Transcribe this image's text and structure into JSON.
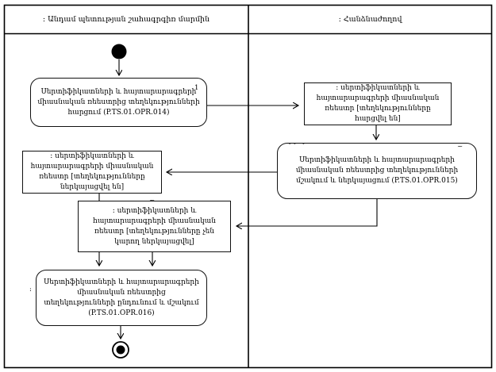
{
  "lanes": {
    "left_title": ": Անդամ պետության շահագրգիռ մարմին",
    "right_title": ": Հանձնաժողով"
  },
  "nodes": {
    "activity_request": {
      "text": "Սերտիֆիկատների և հայտարարագրերի միասնական ռեեստրից տեղեկությունների հարցում (P.TS.01.OPR.014)",
      "ref_code": "P.TS.01.OPR.014",
      "marker": "1"
    },
    "object_requested": {
      "text": ": սերտիֆիկատների և հայտարարագրերի միասնական ռեեստր [տեղեկությունները հարցվել են]",
      "state": "տեղեկությունները հարցվել են"
    },
    "activity_process_present": {
      "text": "Սերտիֆիկատների և հայտարարագրերի միասնական ռեեստրից տեղեկությունների մշակում և ներկայացում (P.TS.01.OPR.015)",
      "ref_code": "P.TS.01.OPR.015"
    },
    "object_presented": {
      "text": ": սերտիֆիկատների և հայտարարագրերի միասնական ռեեստր [տեղեկությունները ներկայացվել են]",
      "state": "տեղեկությունները ներկայացվել են"
    },
    "object_cannot_present": {
      "text": ": սերտիֆիկատների և հայտարարագրերի միասնական ռեեստր [տեղեկությունները չեն կարող ներկայացվել]",
      "state": "տեղեկությունները չեն կարող ներկայացվել"
    },
    "activity_receive_process": {
      "text": "Սերտիֆիկատների և հայտարարագրերի միասնական ռեեստրից տեղեկությունների ընդունում և մշակում (P.TS.01.OPR.016)",
      "ref_code": "P.TS.01.OPR.016",
      "marker": ":"
    }
  },
  "artifacts": {
    "clip_marks_left": "˘˘ ˘",
    "clip_marks_right": "~",
    "clip_mark_object": "~"
  },
  "colors": {
    "line": "#000000",
    "background": "#ffffff"
  }
}
